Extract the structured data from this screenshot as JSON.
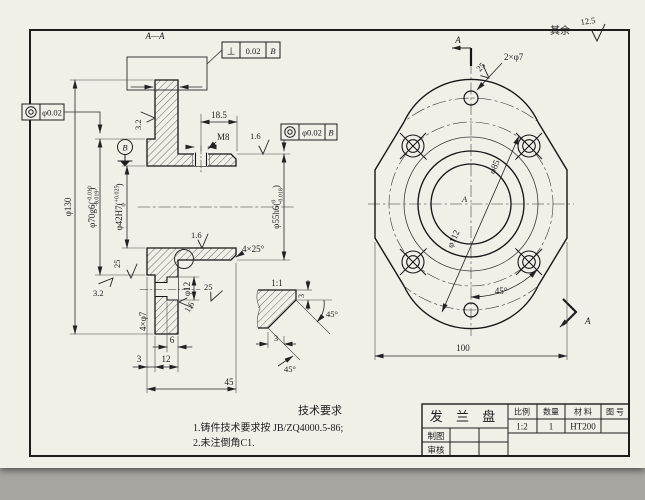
{
  "drawing": {
    "section_view": {
      "title": "A—A",
      "perpendicularity": {
        "symbol": "⊥",
        "value": "0.02",
        "datum": "B"
      },
      "concentricity_left": {
        "value": "φ0.02"
      },
      "concentricity_right": {
        "value": "φ0.02",
        "datum": "B"
      },
      "datum_label": "B",
      "dia_130": "φ130",
      "dia_70": {
        "base": "φ70g6(",
        "upper": "-0.010",
        "lower": "-0.019",
        "close": ")"
      },
      "dia_42": {
        "base": "φ42H7(",
        "upper": "+0.025",
        "lower": "0",
        "close": ")"
      },
      "dia_55": {
        "base": "φ55h6(",
        "upper": "0",
        "lower": "-0.018",
        "close": ")"
      },
      "len_18_5": "18.5",
      "thread": "M8",
      "chamfer_note": "4×25°",
      "bolt_holes": "4×φ7",
      "counterbore": "φ12",
      "cb_depth": "6",
      "step": "3",
      "plate": "12",
      "total_len": "45",
      "finish_32": "3.2",
      "finish_16": "1.6",
      "finish_25": "25"
    },
    "front_view": {
      "cut_label": "A",
      "top_holes": "2×φ7",
      "finish_25": "25",
      "bc_85": "φ85",
      "bc_112": "φ112",
      "angle_45": "45°",
      "width_100": "100",
      "general_finish_label": "其余",
      "general_finish_value": "12.5"
    },
    "detail_view": {
      "scale": "1:1",
      "leg_a": "3",
      "leg_b": "3",
      "angle_a": "45°",
      "angle_b": "45°"
    },
    "tech_requirements": {
      "title": "技术要求",
      "items": [
        "1.铸件技术要求按 JB/ZQ4000.5-86;",
        "2.未注倒角C1."
      ]
    },
    "title_block": {
      "part_name": "发 兰 盘",
      "headers": {
        "scale": "比例",
        "quantity": "数量",
        "material": "材 料",
        "drawing_no": "图 号"
      },
      "values": {
        "scale": "1:2",
        "quantity": "1",
        "material": "HT200"
      },
      "rows": {
        "drafted": "制图",
        "checked": "审核"
      }
    }
  }
}
